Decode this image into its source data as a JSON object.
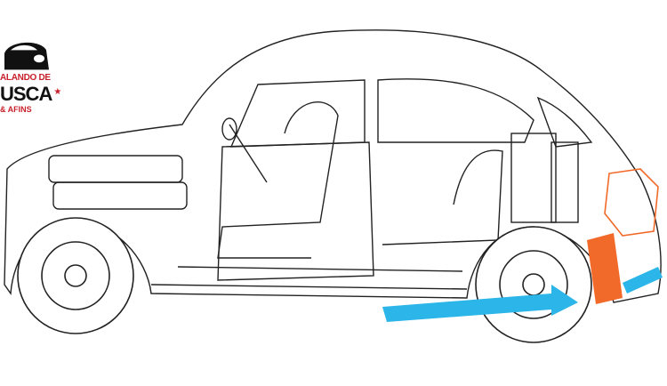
{
  "logo": {
    "line1": "ALANDO DE",
    "line2": "USCA",
    "line3": "& AFINS",
    "star": "★"
  },
  "colors": {
    "line": "#222222",
    "engine": "#f26a2a",
    "airflow": "#2bb5e8",
    "logo_red": "#c8202a"
  }
}
